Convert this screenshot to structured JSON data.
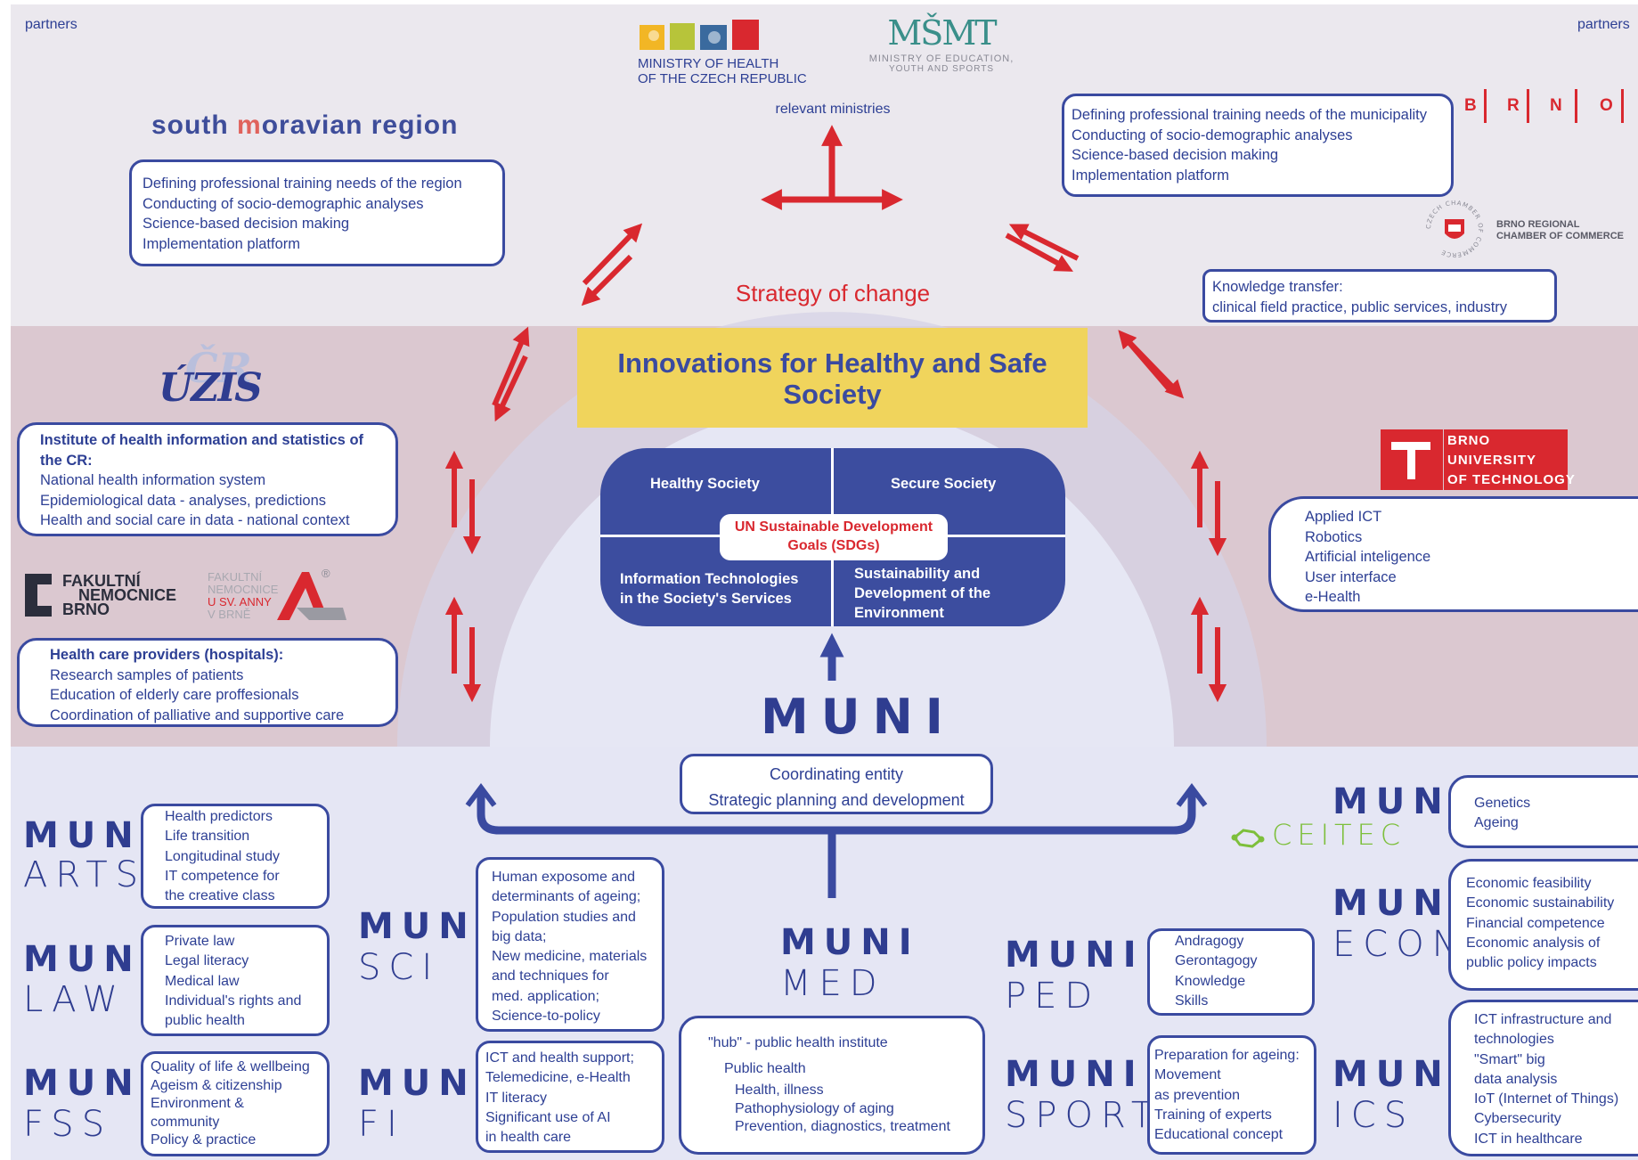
{
  "partners_left": "partners",
  "partners_right": "partners",
  "ministries": {
    "health_logo_line1": "MINISTRY OF HEALTH",
    "health_logo_line2": "OF THE CZECH REPUBLIC",
    "education_logo_mark": "MŠMT",
    "education_logo_line1": "MINISTRY OF EDUCATION,",
    "education_logo_line2": "YOUTH AND SPORTS",
    "label": "relevant ministries"
  },
  "region": {
    "title_a": "south ",
    "title_m": "m",
    "title_b": "oravian region",
    "items": [
      "Defining professional training needs of the region",
      "Conducting of socio-demographic analyses",
      "Science-based decision making",
      "Implementation platform"
    ]
  },
  "municipality": {
    "logo_letters": [
      "B",
      "R",
      "N",
      "O"
    ],
    "items": [
      "Defining professional training needs of the municipality",
      "Conducting of socio-demographic analyses",
      "Science-based decision making",
      "Implementation platform"
    ]
  },
  "chamber": {
    "ring_text": "CZECH CHAMBER OF COMMERCE",
    "line1": "BRNO REGIONAL",
    "line2": "CHAMBER OF COMMERCE",
    "items": [
      "Knowledge transfer:",
      "clinical field practice, public services, industry"
    ]
  },
  "center": {
    "strategy": "Strategy of change",
    "title_line1": "Innovations for Healthy and Safe",
    "title_line2": "Society",
    "q1": "Healthy Society",
    "q2": "Secure Society",
    "q3_line1": "Information Technologies",
    "q3_line2": "in the Society's Services",
    "q4_line1": "Sustainability and",
    "q4_line2": "Development of the",
    "q4_line3": "Environment",
    "sdg_line1": "UN Sustainable Development",
    "sdg_line2": "Goals (SDGs)",
    "muni": "MUNI"
  },
  "uzis": {
    "logo": "ÚZIS",
    "logo_back": "ČR",
    "title_line1": "Institute of health information and statistics of",
    "title_line2": "the CR:",
    "items": [
      "National health information system",
      "Epidemiological data - analyses, predictions",
      "Health and social care in data - national context"
    ]
  },
  "hospitals": {
    "fn_line1": "FAKULTNÍ",
    "fn_line2": "NEMOCNICE",
    "fn_line3": "BRNO",
    "anna_line1": "FAKULTNÍ",
    "anna_line2": "NEMOCNICE",
    "anna_line3": "U SV. ANNY",
    "anna_line4": "V BRNĚ",
    "anna_reg": "®",
    "title": "Health care providers (hospitals):",
    "items": [
      "Research samples of patients",
      "Education of elderly care proffesionals",
      "Coordination of palliative and supportive care"
    ]
  },
  "but": {
    "line1": "BRNO",
    "line2": "UNIVERSITY",
    "line3": "OF TECHNOLOGY",
    "items": [
      "Applied ICT",
      "Robotics",
      "Artificial inteligence",
      "User interface",
      "e-Health"
    ]
  },
  "coordinating": {
    "line1": "Coordinating entity",
    "line2": "Strategic planning and development"
  },
  "faculties": {
    "arts": {
      "muni": "MUNI",
      "name": "ARTS",
      "items": [
        "Health predictors",
        "Life transition",
        "Longitudinal study",
        "IT competence for",
        "the creative class"
      ]
    },
    "law": {
      "muni": "MUNI",
      "name": "LAW",
      "items": [
        "Private law",
        "Legal literacy",
        "Medical law",
        "Individual's rights and",
        "public health"
      ]
    },
    "fss": {
      "muni": "MUNI",
      "name": "FSS",
      "items": [
        "Quality of life & wellbeing",
        "Ageism & citizenship",
        "Environment &",
        "community",
        "Policy & practice"
      ]
    },
    "sci": {
      "muni": "MUNI",
      "name": "SCI",
      "items": [
        "Human exposome and",
        "determinants of ageing;",
        "Population studies and",
        "big data;",
        "New medicine, materials",
        "and techniques for",
        "med. application;",
        "Science-to-policy"
      ]
    },
    "fi": {
      "muni": "MUNI",
      "name": "FI",
      "items": [
        "ICT and health support;",
        "Telemedicine, e-Health",
        "IT literacy",
        "Significant use of AI",
        "in health care"
      ]
    },
    "med": {
      "muni": "MUNI",
      "name": "MED",
      "hub": "\"hub\" - public health institute",
      "sub": "Public health",
      "items": [
        "Health, illness",
        "Pathophysiology of aging",
        "Prevention, diagnostics, treatment"
      ]
    },
    "ped": {
      "muni": "MUNI",
      "name": "PED",
      "items": [
        "Andragogy",
        "Gerontagogy",
        "Knowledge",
        "Skills"
      ]
    },
    "sport": {
      "muni": "MUNI",
      "name": "SPORT",
      "items": [
        "Preparation for ageing:",
        "Movement",
        "as prevention",
        "Training of experts",
        "Educational concept"
      ]
    },
    "ceitec": {
      "muni": "MUNI",
      "name": "CEITEC",
      "items": [
        "Genetics",
        "Ageing"
      ]
    },
    "econ": {
      "muni": "MUNI",
      "name": "ECON",
      "items": [
        "Economic feasibility",
        "Economic sustainability",
        "Financial competence",
        "Economic analysis of",
        "public policy impacts"
      ]
    },
    "ics": {
      "muni": "MUNI",
      "name": "ICS",
      "items": [
        "ICT infrastructure and",
        "technologies",
        "\"Smart\" big",
        "data analysis",
        "IoT (Internet of Things)",
        "Cybersecurity",
        "ICT in healthcare"
      ]
    }
  },
  "colors": {
    "red": "#d9282f",
    "navy": "#3a4aa0",
    "gold": "#f0d45c",
    "green": "#7dbf3b"
  }
}
